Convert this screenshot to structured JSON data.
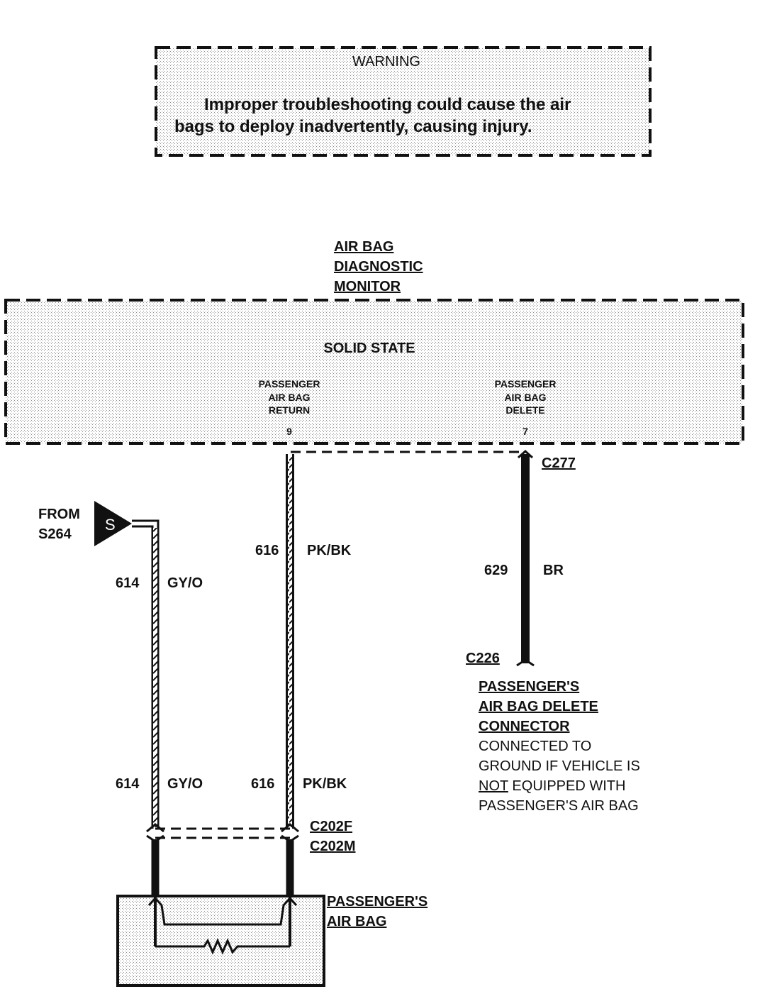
{
  "warning": {
    "title": "WARNING",
    "line1": "Improper troubleshooting could cause the air",
    "line2": "bags to deploy inadvertently, causing injury."
  },
  "monitor": {
    "name_lines": [
      "AIR BAG",
      "DIAGNOSTIC",
      "MONITOR"
    ],
    "type": "SOLID STATE",
    "pin_return_lines": [
      "PASSENGER",
      "AIR BAG",
      "RETURN"
    ],
    "pin_return_number": "9",
    "pin_delete_lines": [
      "PASSENGER",
      "AIR BAG",
      "DELETE"
    ],
    "pin_delete_number": "7"
  },
  "splice": {
    "from_lines": [
      "FROM",
      "S264"
    ],
    "symbol": "S"
  },
  "wires": {
    "w614": {
      "circuit": "614",
      "color": "GY/O"
    },
    "w616": {
      "circuit": "616",
      "color": "PK/BK"
    },
    "w629": {
      "circuit": "629",
      "color": "BR"
    }
  },
  "connectors": {
    "c277": "C277",
    "c226": "C226",
    "c202f": "C202F",
    "c202m": "C202M"
  },
  "delete_connector": {
    "name_lines": [
      "PASSENGER'S",
      "AIR BAG DELETE",
      "CONNECTOR"
    ],
    "note_line1": "CONNECTED TO",
    "note_line2": "GROUND IF VEHICLE IS",
    "note_line3_emph": "NOT",
    "note_line3_rest": " EQUIPPED WITH",
    "note_line4": "PASSENGER'S AIR BAG"
  },
  "air_bag": {
    "name_lines": [
      "PASSENGER'S",
      "AIR BAG"
    ]
  }
}
